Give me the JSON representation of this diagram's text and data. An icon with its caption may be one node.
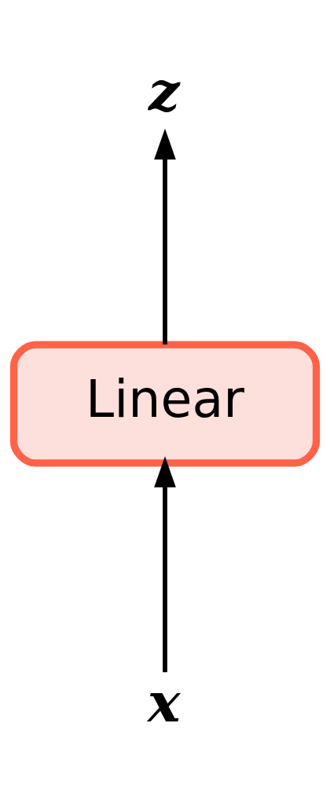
{
  "diagram": {
    "nodes": [
      {
        "text": [
          "z"
        ]
      },
      {
        "text": [
          "Linear"
        ]
      },
      {
        "text": [
          "x"
        ]
      }
    ],
    "edges": [
      {
        "from": 2,
        "to": 1,
        "arrow": "to"
      },
      {
        "from": 1,
        "to": 0,
        "arrow": "to"
      }
    ]
  }
}
